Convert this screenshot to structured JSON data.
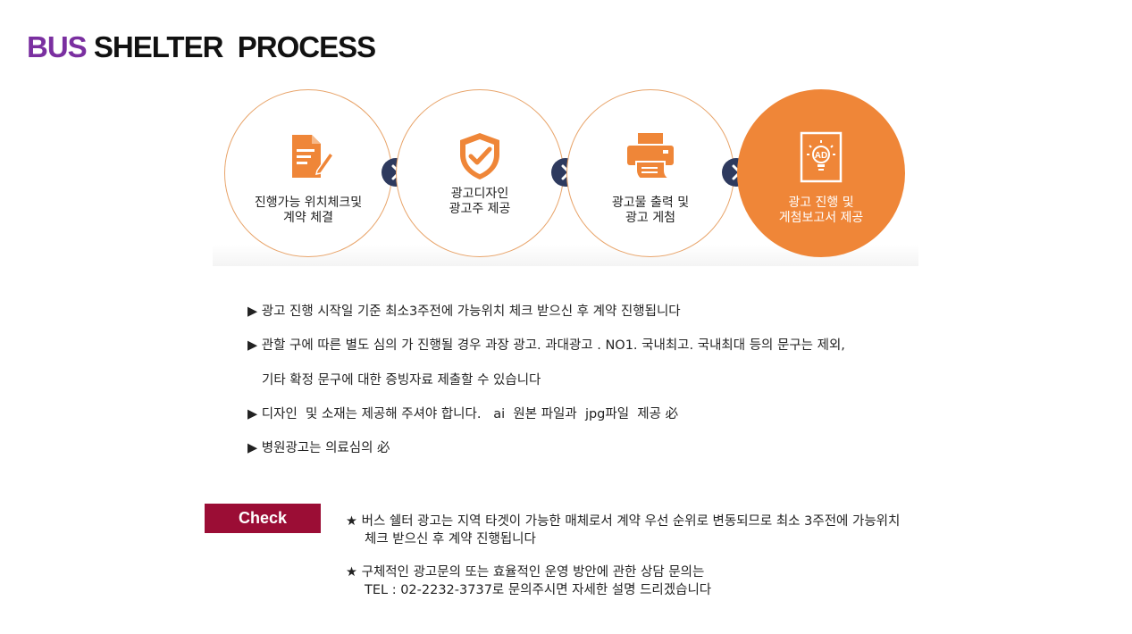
{
  "header": {
    "title_purple": "BUS",
    "title_black": "SHELTER  PROCESS"
  },
  "process": {
    "steps": [
      {
        "icon": "contract-document-icon",
        "line1": "진행가능 위치체크및",
        "line2": "계약 체결"
      },
      {
        "icon": "shield-check-icon",
        "line1": "광고디자인",
        "line2": "광고주 제공"
      },
      {
        "icon": "printer-icon",
        "line1": "광고물 출력 및",
        "line2": "광고 게첨"
      },
      {
        "icon": "ad-lightbulb-icon",
        "line1": "광고 진행 및",
        "line2": "게첨보고서 제공"
      }
    ],
    "ad_icon_text": "AD",
    "colors": {
      "accent": "#ef8638",
      "border": "#e8a46a",
      "arrow": "#2e3a5e"
    }
  },
  "notes": {
    "bullet": "▶",
    "line1": "광고 진행 시작일 기준 최소3주전에 가능위치 체크 받으신 후 계약 진행됩니다",
    "line2": "관할 구에 따른 별도 심의 가 진행될 경우 과장 광고.  과대광고 . NO1. 국내최고. 국내최대 등의 문구는 제외,",
    "line3": "기타 확정 문구에 대한 증빙자료 제출할 수 있습니다",
    "line4": "디자인  및 소재는 제공해 주셔야 합니다.   ai  원본 파일과  jpg파일  제공 必",
    "line5": "병원광고는 의료심의 必"
  },
  "check": {
    "badge_label": "Check",
    "star": "★",
    "item1_line1": "버스 쉘터 광고는 지역 타겟이 가능한 매체로서 계약 우선 순위로 변동되므로 최소 3주전에 가능위치",
    "item1_line2": "체크 받으신 후 계약 진행됩니다",
    "item2_line1": "구체적인 광고문의 또는 효율적인 운영 방안에 관한 상담 문의는",
    "item2_line2": "TEL : 02-2232-3737로 문의주시면 자세한 설명 드리겠습니다",
    "colors": {
      "badge": "#9b0d35"
    }
  }
}
